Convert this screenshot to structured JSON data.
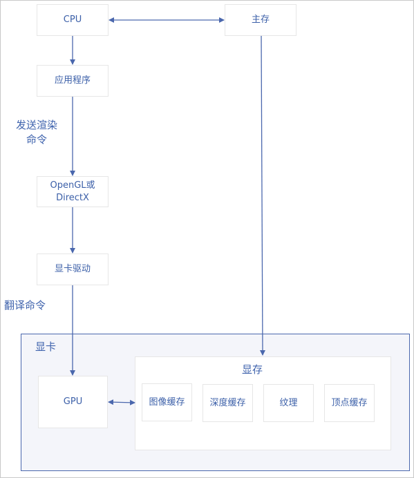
{
  "nodes": {
    "cpu": "CPU",
    "main_memory": "主存",
    "application": "应用程序",
    "opengl_directx_line1": "OpenGL或",
    "opengl_directx_line2": "DirectX",
    "gpu_driver": "显卡驱动",
    "gpu": "GPU"
  },
  "labels": {
    "send_render_commands_line1": "发送渲染",
    "send_render_commands_line2": "命令",
    "translate_commands": "翻译命令"
  },
  "graphics_card": {
    "title": "显卡",
    "vram": {
      "title": "显存",
      "buffers": [
        "图像缓存",
        "深度缓存",
        "纹理",
        "顶点缓存"
      ]
    }
  },
  "colors": {
    "text": "#3b5fa8",
    "arrow": "#4a67ad",
    "gpu_region_border": "#4a67ad",
    "gpu_region_fill": "#f4f5fa"
  }
}
